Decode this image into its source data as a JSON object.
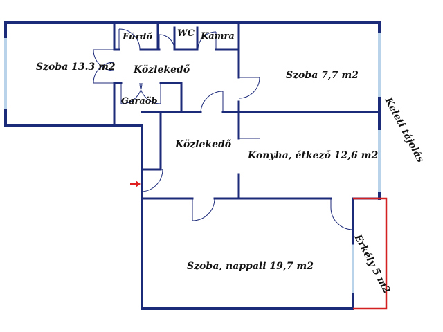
{
  "rooms": {
    "room_13": "Szoba 13.3 m2",
    "bathroom": "Fürdő",
    "wc": "WC",
    "pantry": "Kamra",
    "hallway_top": "Közlekedő",
    "wardrobe": "Garaöb",
    "room_7": "Szoba 7,7 m2",
    "hallway_mid": "Közlekedő",
    "kitchen": "Konyha, étkező 12,6 m2",
    "living": "Szoba, nappali 19,7 m2",
    "balcony": "Erkély 5 m2"
  },
  "orientation_label": "Keleti tájolás",
  "colors": {
    "wall": "#1c2a7a",
    "window": "#b9d3ea",
    "balcony_outline": "#d42020",
    "entrance_arrow": "#e02020"
  },
  "icons": {
    "entrance": "entrance-arrow-icon"
  }
}
